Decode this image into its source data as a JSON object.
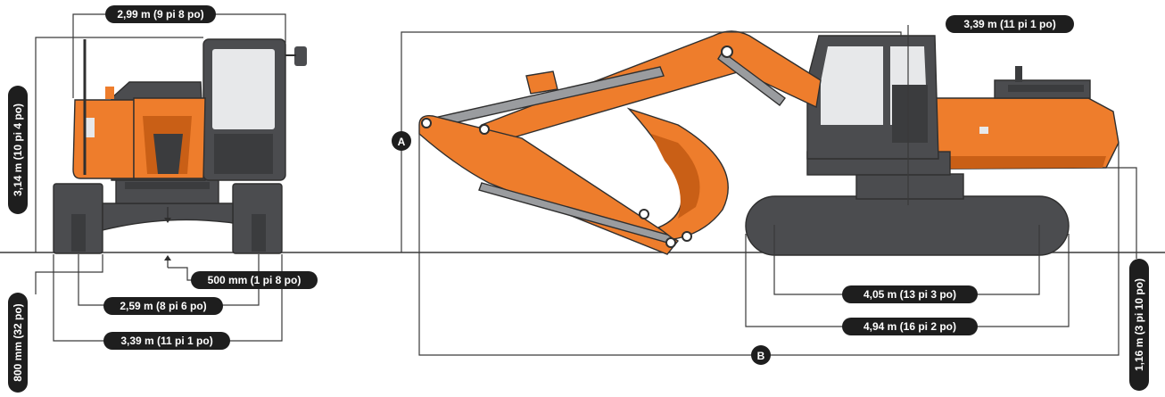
{
  "front_view": {
    "labels": {
      "machine_width": "2,99 m (9 pi 8 po)",
      "height": "3,14 m (10 pi 4 po)",
      "ground_clearance": "500 mm (1 pi 8 po)",
      "track_gauge": "2,59 m (8 pi 6 po)",
      "undercarriage_width": "3,39 m (11 pi 1 po)",
      "shoe_width": "800 mm (32 po)"
    }
  },
  "side_view": {
    "labels": {
      "cab_height": "3,39 m (11 pi 1 po)",
      "tumbler_distance": "4,05 m (13 pi 3 po)",
      "track_length": "4,94 m (16 pi 2 po)",
      "counterweight_clearance": "1,16 m (3 pi 10 po)",
      "marker_a": "A",
      "marker_b": "B"
    }
  },
  "colors": {
    "machine_orange": "#ee7d2c",
    "machine_dark": "#4b4c4f",
    "label_fill": "#1e1e1e",
    "label_text": "#ffffff",
    "dimension_line": "#3a3a3a"
  }
}
